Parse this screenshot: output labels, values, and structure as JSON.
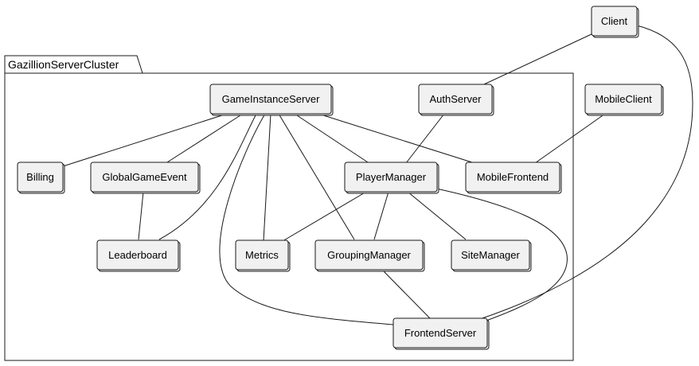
{
  "package": {
    "label": "GazillionServerCluster"
  },
  "nodes": {
    "client": "Client",
    "mobile_client": "MobileClient",
    "game_instance_server": "GameInstanceServer",
    "auth_server": "AuthServer",
    "billing": "Billing",
    "global_game_event": "GlobalGameEvent",
    "player_manager": "PlayerManager",
    "mobile_frontend": "MobileFrontend",
    "leaderboard": "Leaderboard",
    "metrics": "Metrics",
    "grouping_manager": "GroupingManager",
    "site_manager": "SiteManager",
    "frontend_server": "FrontendServer"
  },
  "edges": [
    [
      "client",
      "auth_server"
    ],
    [
      "client",
      "frontend_server"
    ],
    [
      "mobile_client",
      "mobile_frontend"
    ],
    [
      "auth_server",
      "player_manager"
    ],
    [
      "game_instance_server",
      "billing"
    ],
    [
      "game_instance_server",
      "global_game_event"
    ],
    [
      "game_instance_server",
      "leaderboard"
    ],
    [
      "game_instance_server",
      "metrics"
    ],
    [
      "game_instance_server",
      "grouping_manager"
    ],
    [
      "game_instance_server",
      "player_manager"
    ],
    [
      "game_instance_server",
      "mobile_frontend"
    ],
    [
      "game_instance_server",
      "frontend_server"
    ],
    [
      "global_game_event",
      "leaderboard"
    ],
    [
      "player_manager",
      "metrics"
    ],
    [
      "player_manager",
      "grouping_manager"
    ],
    [
      "player_manager",
      "site_manager"
    ],
    [
      "player_manager",
      "frontend_server"
    ],
    [
      "grouping_manager",
      "frontend_server"
    ]
  ]
}
